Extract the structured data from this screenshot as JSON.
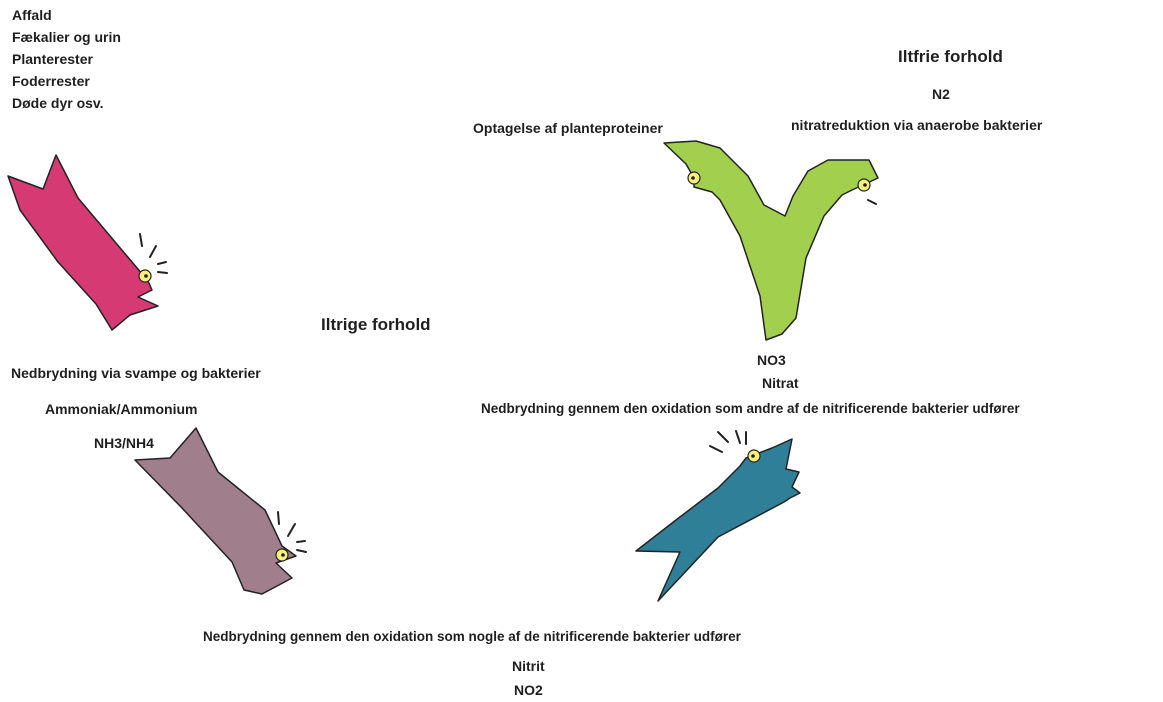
{
  "inputs": [
    "Affald",
    "Fækalier og urin",
    "Planterester",
    "Foderrester",
    "Døde dyr osv."
  ],
  "oxygen_rich": "Iltrige forhold",
  "oxygen_free": "Iltfrie forhold",
  "step1": {
    "process": "Nedbrydning via svampe og bakterier",
    "name": "Ammoniak/Ammonium",
    "formula": "NH3/NH4"
  },
  "step2": {
    "process": "Nedbrydning gennem den oxidation som nogle af de nitrificerende bakterier udfører",
    "name": "Nitrit",
    "formula": "NO2"
  },
  "step3": {
    "process": "Nedbrydning gennem den oxidation som andre af de nitrificerende bakterier udfører",
    "name": "Nitrat",
    "formula": "NO3"
  },
  "branches": {
    "left": "Optagelse af planteproteiner",
    "right": "nitratreduktion via anaerobe bakterier",
    "right_product": "N2"
  },
  "colors": {
    "pink": "#d63a72",
    "mauve": "#a07e8c",
    "teal": "#2f7f98",
    "green": "#a3cf4e",
    "eye": "#f6ef7a"
  }
}
